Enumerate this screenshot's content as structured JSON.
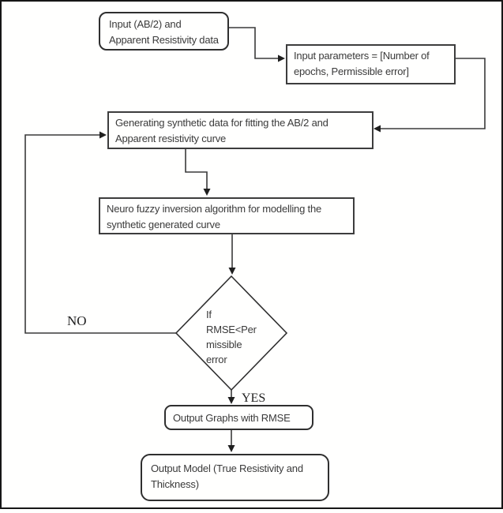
{
  "diagram": {
    "title_hint": "Neuro fuzzy inversion flowchart",
    "nodes": {
      "input_data": {
        "shape": "rounded-rectangle",
        "lines": [
          "Input (AB/2) and",
          "Apparent Resistivity data"
        ]
      },
      "input_params": {
        "shape": "rectangle",
        "lines": [
          "Input parameters = [Number of",
          "epochs, Permissible error]"
        ]
      },
      "generate": {
        "shape": "rectangle",
        "lines": [
          "Generating synthetic data for fitting the AB/2 and",
          "Apparent resistivity curve"
        ]
      },
      "neuro": {
        "shape": "rectangle",
        "lines": [
          "Neuro fuzzy inversion algorithm for modelling the",
          "synthetic generated curve"
        ]
      },
      "decision": {
        "shape": "diamond",
        "lines": [
          "If",
          "RMSE<Per",
          "missible",
          "error"
        ]
      },
      "output_graphs": {
        "shape": "rounded-rectangle",
        "lines": [
          "Output Graphs with RMSE"
        ]
      },
      "output_model": {
        "shape": "rounded-rectangle",
        "lines": [
          "Output Model (True Resistivity and",
          "Thickness)"
        ]
      }
    },
    "edge_labels": {
      "no": "NO",
      "yes": "YES"
    },
    "colors": {
      "line": "#3a3a3a",
      "arrowhead": "#1f1f1f",
      "box_border": "#3d3d3d",
      "text": "#3a3a3a",
      "frame_border": "#161616",
      "background": "#fffffe"
    }
  }
}
